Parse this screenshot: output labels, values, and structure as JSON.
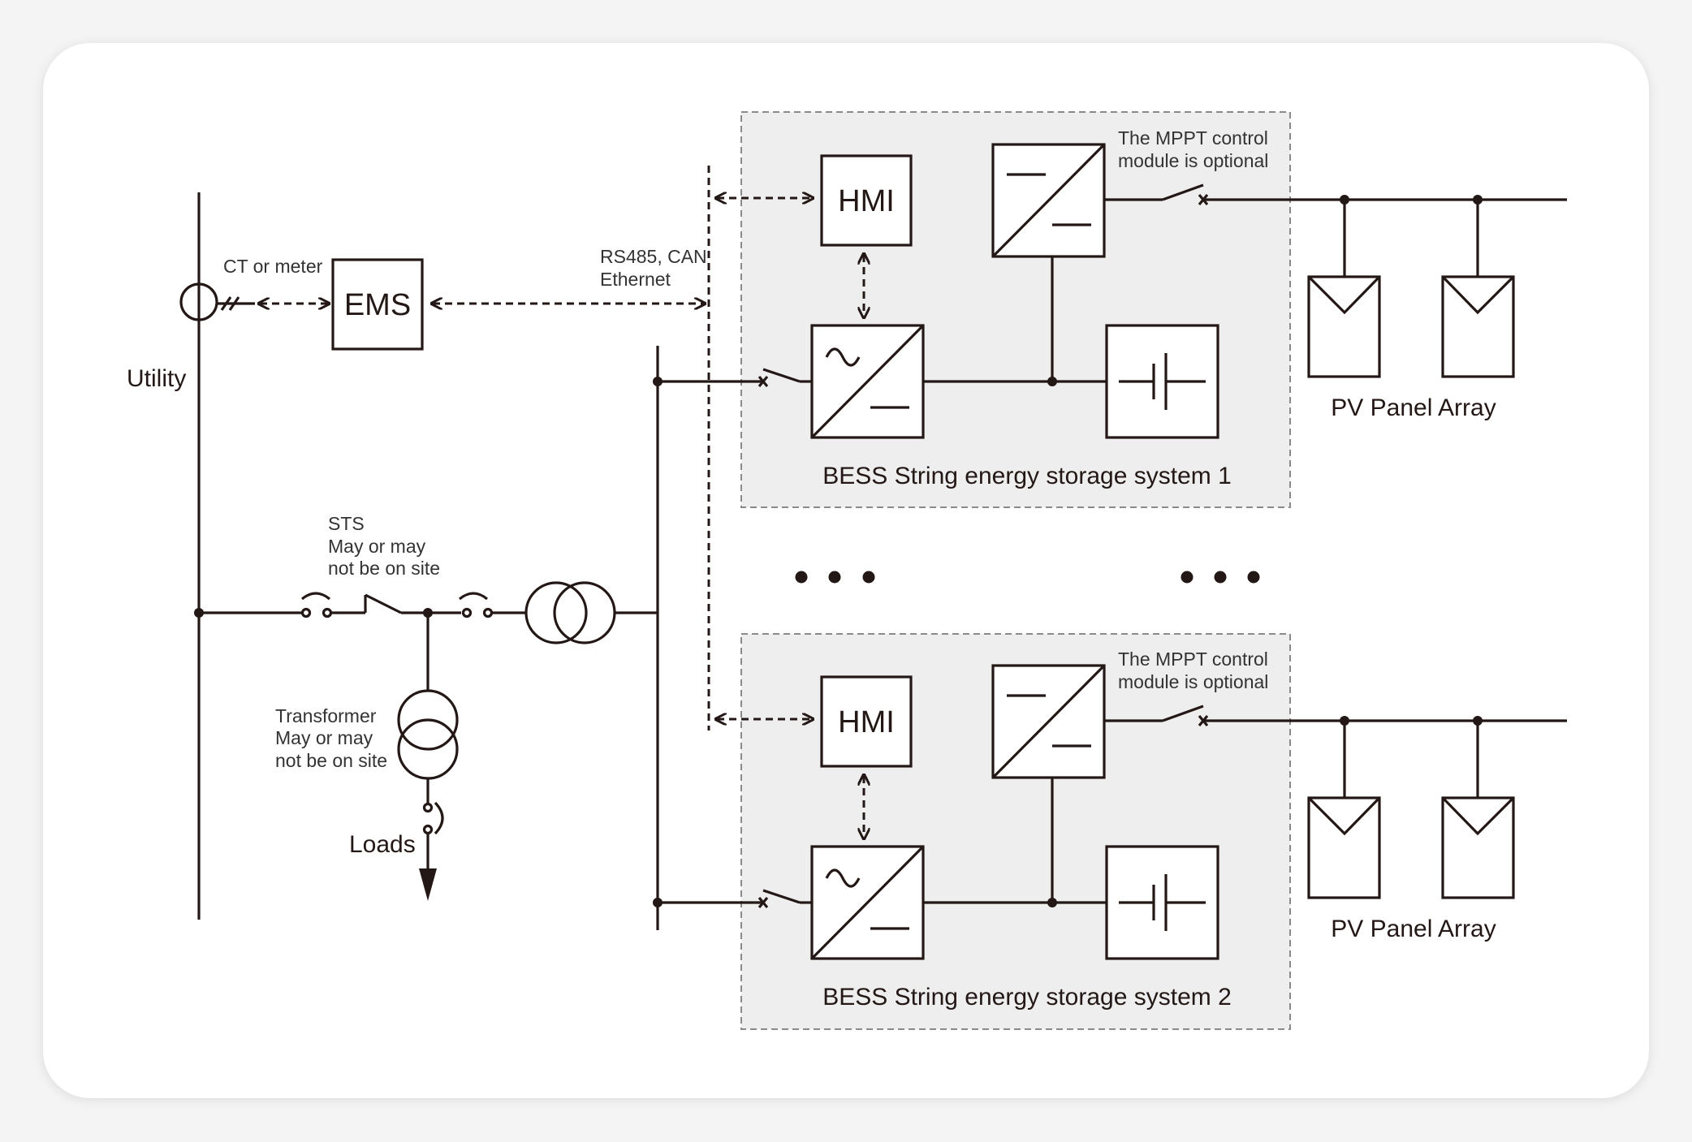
{
  "labels": {
    "ct_meter": "CT or meter",
    "ems": "EMS",
    "utility": "Utility",
    "rs485_line1": "RS485, CAN",
    "rs485_line2": "Ethernet",
    "sts_line1": "STS",
    "sts_line2": "May or may",
    "sts_line3": "not be on site",
    "transformer_line1": "Transformer",
    "transformer_line2": "May or may",
    "transformer_line3": "not be on site",
    "loads": "Loads"
  },
  "bess_units": [
    {
      "hmi": "HMI",
      "mppt_note_line1": "The MPPT control",
      "mppt_note_line2": "module is optional",
      "pv_label": "PV Panel Array",
      "title": "BESS String energy storage system 1"
    },
    {
      "hmi": "HMI",
      "mppt_note_line1": "The MPPT control",
      "mppt_note_line2": "module is optional",
      "pv_label": "PV Panel Array",
      "title": "BESS String energy storage system 2"
    }
  ],
  "colors": {
    "line": "#231815",
    "frame_fill": "#eeeeee",
    "frame_stroke": "#8a8a8a",
    "card": "#ffffff",
    "background": "#f4f4f4"
  }
}
